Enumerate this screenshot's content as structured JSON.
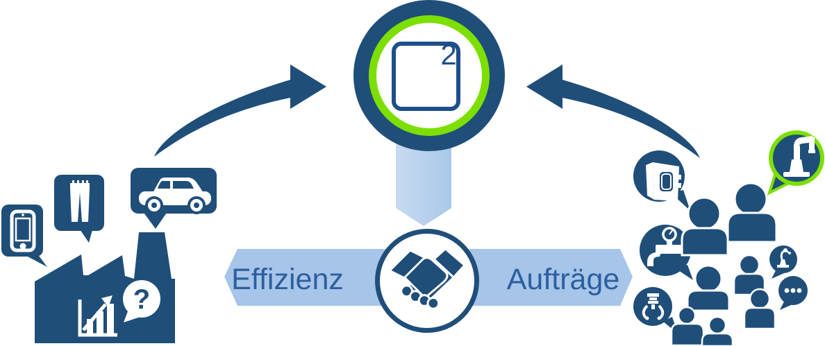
{
  "palette": {
    "navy": "#1f4e79",
    "band": "#a6c5e8",
    "green": "#7cdf00",
    "accent": "#2d5f9f",
    "square": "#1d4f8a",
    "conn1": "#c8daf1",
    "conn2": "#a9c8e9",
    "white": "#ffffff"
  },
  "center": {
    "logo_name": "square-squared-logo",
    "logo_superscript": "2"
  },
  "flow": {
    "left_label": "Effizienz",
    "right_label": "Aufträge",
    "center_icon": "handshake-icon",
    "left_arrow_direction": "left",
    "right_arrow_direction": "right"
  },
  "left_group": {
    "factory_icon": "factory-icon",
    "chart_icon": "growth-chart-icon",
    "question_mark": "?",
    "bubble_icons": [
      "smartphone-icon",
      "jeans-icon",
      "car-icon"
    ]
  },
  "right_group": {
    "people_icon": "person-icon",
    "people_count": 7,
    "bubble_icons": [
      "cnc-machine-icon",
      "robot-arm-icon",
      "pressure-faucet-icon",
      "gripper-icon",
      "small-robot-icon",
      "ellipsis-dots-icon"
    ],
    "highlighted_bubble": "robot-arm-icon",
    "highlight_color": "#7cdf00"
  },
  "arrows": {
    "top_left": "curved-arrow-to-center",
    "top_right": "curved-arrow-to-center",
    "down": "down-connector-arrow"
  }
}
